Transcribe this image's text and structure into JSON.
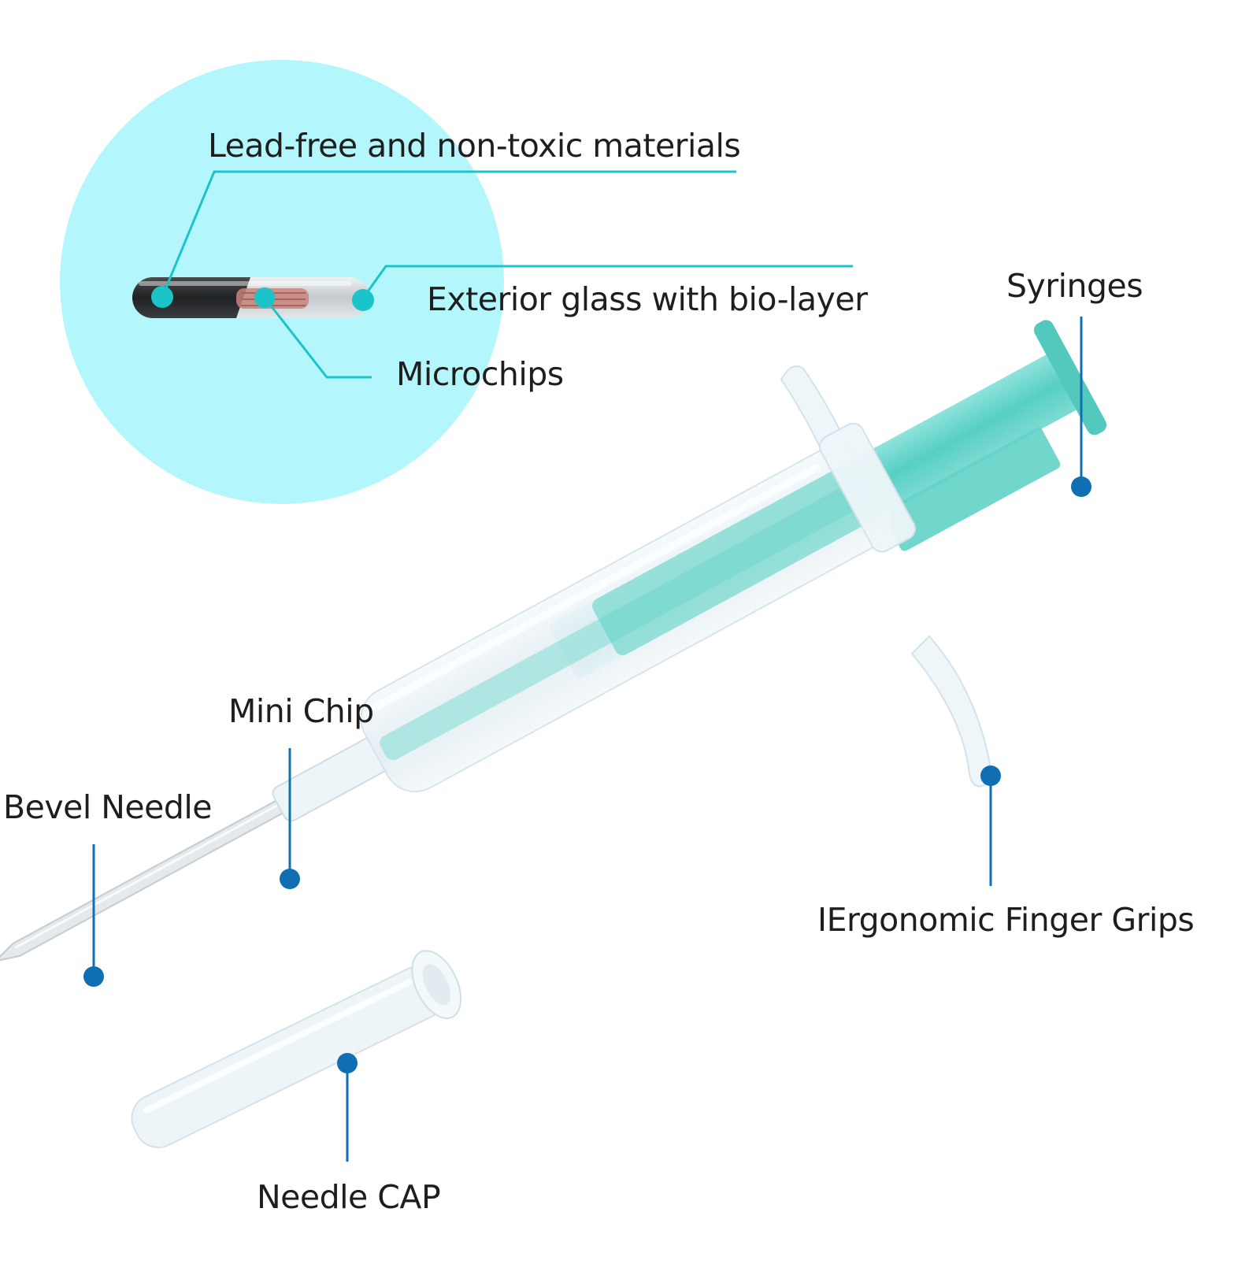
{
  "labels": {
    "lead_free": "Lead-free and non-toxic materials",
    "exterior_glass": "Exterior glass with bio-layer",
    "microchips": "Microchips",
    "syringes": "Syringes",
    "mini_chip": "Mini Chip",
    "bevel_needle": "Bevel Needle",
    "finger_grips": "IErgonomic Finger Grips",
    "needle_cap": "Needle CAP"
  },
  "colors": {
    "circle": "#b3f7fc",
    "callout_teal": "#1cc3c8",
    "callout_blue": "#0f6fb2",
    "plunger": "#5ed3c8",
    "barrel": "#eaf3f7",
    "chip_dark": "#2a2c2e",
    "chip_glass": "#d6dcdf",
    "coil": "#c9857c"
  }
}
